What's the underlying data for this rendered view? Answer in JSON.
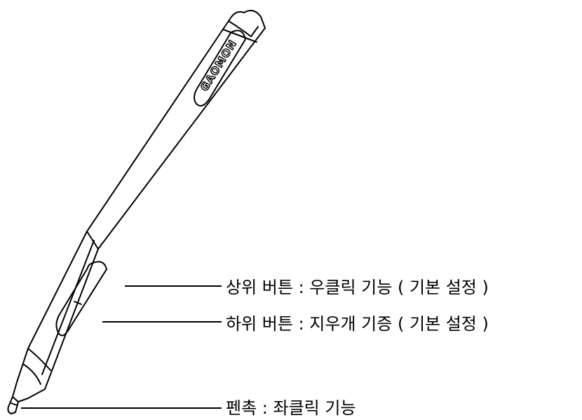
{
  "brand": {
    "logo_text": "GAOMON"
  },
  "callouts": {
    "upper_button": "상위 버튼 : 우클릭 기능 ( 기본 설정 )",
    "lower_button": "하위 버튼 : 지우개 기증 ( 기본 설정 )",
    "nib": "펜촉 : 좌클릭 기능"
  },
  "colors": {
    "line": "#000000",
    "background": "#ffffff"
  }
}
